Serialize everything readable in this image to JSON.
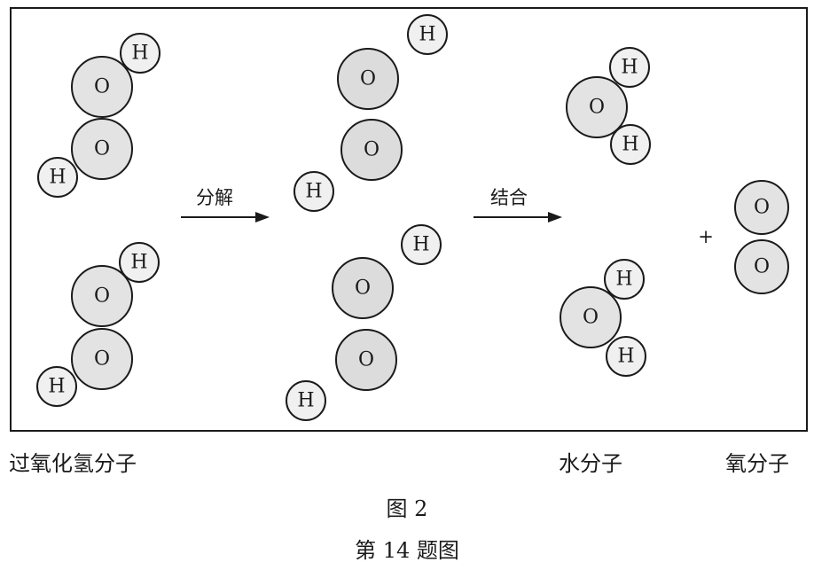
{
  "arrows": {
    "decompose_label": "分解",
    "combine_label": "结合"
  },
  "plus_sign": "+",
  "atoms": {
    "oxygen_symbol": "O",
    "hydrogen_symbol": "H"
  },
  "colors": {
    "oxygen_fill": "#e3e3e3",
    "hydrogen_fill": "#f0f0f0",
    "stroke": "#1a1a1a"
  },
  "captions": {
    "hydrogen_peroxide": "过氧化氢分子",
    "water": "水分子",
    "oxygen": "氧分子",
    "figure_label": "图 2",
    "question_label": "第 14 题图"
  }
}
